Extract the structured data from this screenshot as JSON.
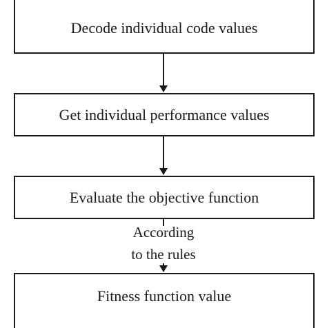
{
  "flowchart": {
    "steps": [
      {
        "label": "Decode individual code values"
      },
      {
        "label": "Get individual performance values"
      },
      {
        "label": "Evaluate the objective function"
      },
      {
        "label": "Fitness function value"
      }
    ],
    "connector_label": {
      "line1": "According",
      "line2": "to the rules"
    },
    "stroke_color": "#1a1a1a"
  }
}
